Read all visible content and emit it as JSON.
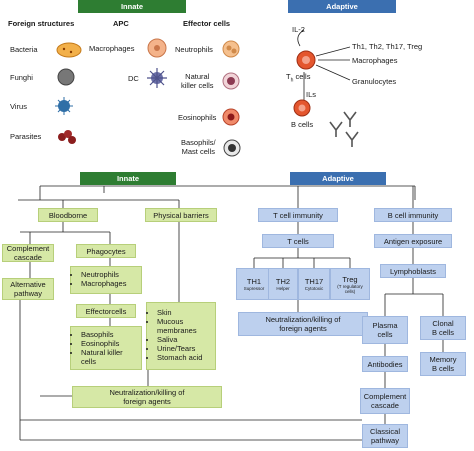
{
  "top": {
    "innate_header": "Innate",
    "adaptive_header": "Adaptive",
    "col_foreign": "Foreign structures",
    "col_apc": "APC",
    "col_effector": "Effector cells",
    "foreign": [
      "Bacteria",
      "Funghi",
      "Virus",
      "Parasites"
    ],
    "apc": [
      "Macrophages",
      "DC"
    ],
    "effector": [
      "Neutrophils",
      "Natural\nkiller cells",
      "Eosinophils",
      "Basophils/\nMast cells"
    ],
    "il2": "IL-2",
    "th_label": "T",
    "th_sub": "h",
    "th_suffix": " cells",
    "th_list": "Th1, Th2, Th17, Treg",
    "macrophages": "Macrophages",
    "granulocytes": "Granulocytes",
    "ils": "ILs",
    "bcells": "B cells"
  },
  "bottom": {
    "innate_header": "Innate",
    "adaptive_header": "Adaptive",
    "bloodborne": "Bloodborne",
    "physical_barriers": "Physical barriers",
    "complement_cascade": "Complement\ncascade",
    "alternative_pathway": "Alternative\npathway",
    "phagocytes": "Phagocytes",
    "phagocyte_items": [
      "Neutrophils",
      "Macrophages"
    ],
    "effectorcells": "Effectorcells",
    "effector_items": [
      "Basophils",
      "Eosinophils",
      "Natural killer\ncells"
    ],
    "barrier_items": [
      "Skin",
      "Mucous\nmembranes",
      "Saliva",
      "Urine/Tears",
      "Stomach acid"
    ],
    "innate_outcome": "Neutralization/killing of\nforeign agents",
    "tcell_immunity": "T cell immunity",
    "tcells": "T cells",
    "tsubsets": [
      {
        "name": "TH1",
        "note": "Supressor"
      },
      {
        "name": "TH2",
        "note": "Helper"
      },
      {
        "name": "TH17",
        "note": "Cytotoxic"
      },
      {
        "name": "Treg",
        "note": "(T regulatory\ncells)"
      }
    ],
    "adaptive_outcome": "Neutralization/killing of\nforeign agents",
    "bcell_immunity": "B cell immunity",
    "antigen_exposure": "Antigen exposure",
    "lymphoblasts": "Lymphoblasts",
    "plasma_cells": "Plasma\ncells",
    "clonal_bcells": "Clonal\nB cells",
    "antibodies": "Antibodies",
    "memory_bcells": "Memory\nB cells",
    "complement_cascade_b": "Complement\ncascade",
    "classical_pathway": "Classical\npathway"
  },
  "colors": {
    "innate": "#2e7d32",
    "adaptive": "#3b6fb0",
    "green_box": "#d6e8a6",
    "blue_box": "#bdd0ee"
  }
}
